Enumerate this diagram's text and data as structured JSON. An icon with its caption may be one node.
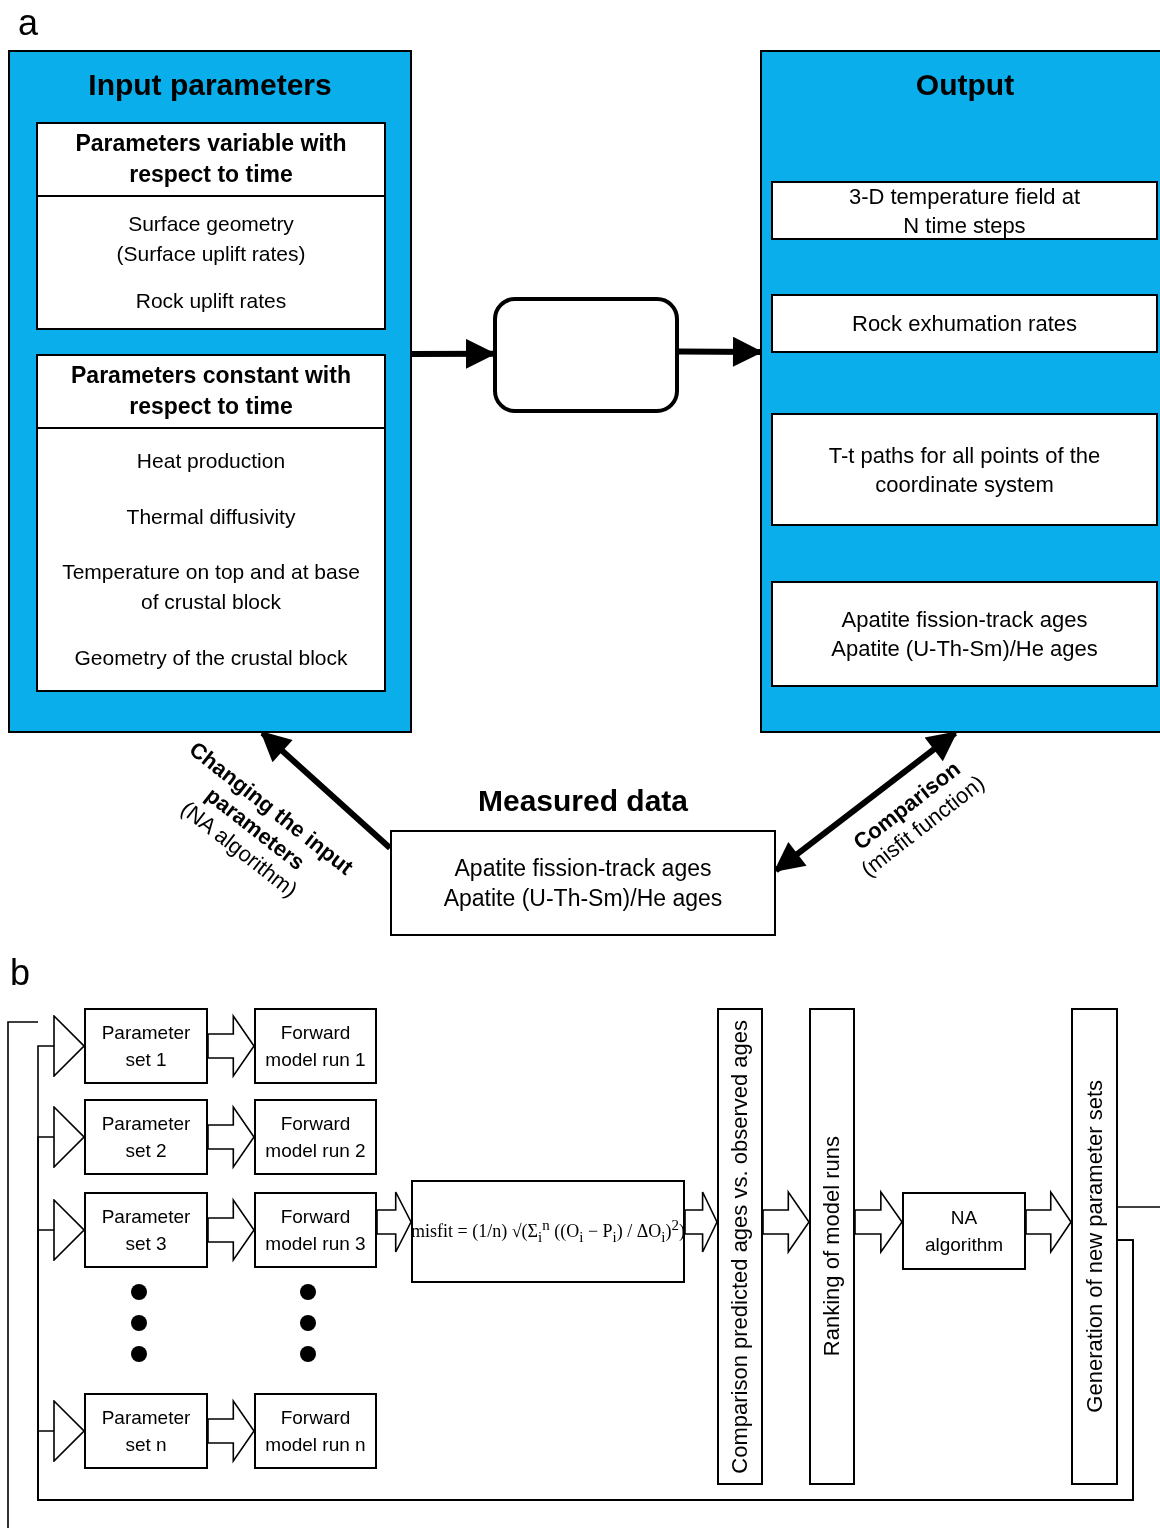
{
  "diagram": {
    "nodes": [
      {
        "text": [
          "Input parameters"
        ]
      },
      {
        "text": [
          "Parameters variable with respect to time",
          "Surface geometry (Surface uplift rates)",
          "Rock uplift rates"
        ],
        "in": 0
      },
      {
        "text": [
          "Parameters constant with respect to time",
          "Heat production",
          "Thermal diffusivity",
          "Temperature on top and at base of crustal block",
          "Geometry of the crustal block"
        ],
        "in": 0
      },
      {
        "text": [],
        "shape": "box"
      },
      {
        "text": [
          "Output"
        ]
      },
      {
        "text": [
          "3-D temperature field at N time steps"
        ],
        "in": 4
      },
      {
        "text": [
          "Rock exhumation rates"
        ],
        "in": 4
      },
      {
        "text": [
          "T-t paths for all points of the coordinate system"
        ],
        "in": 4
      },
      {
        "text": [
          "Apatite fission-track ages",
          "Apatite (U-Th-Sm)/He ages"
        ],
        "in": 4
      },
      {
        "text": [
          "Measured data",
          "Apatite fission-track ages",
          "Apatite (U-Th-Sm)/He ages"
        ]
      },
      {
        "text": [
          "Parameter set 1"
        ]
      },
      {
        "text": [
          "Forward model run 1"
        ]
      },
      {
        "text": [
          "Parameter set 2"
        ]
      },
      {
        "text": [
          "Forward model run 2"
        ]
      },
      {
        "text": [
          "Parameter set 3"
        ]
      },
      {
        "text": [
          "Forward model run 3"
        ]
      },
      {
        "text": [
          "Parameter set n"
        ]
      },
      {
        "text": [
          "Forward model run n"
        ]
      },
      {
        "text": [
          "misfit = (1/n) √(Σ$_{i}$$^{n}$ ((O$_{i}$ − P$_{i}$) / ΔO$_{i}$)$^{2}$)"
        ]
      },
      {
        "text": [
          "Comparison predicted ages vs. observed ages"
        ]
      },
      {
        "text": [
          "Ranking of model runs"
        ]
      },
      {
        "text": [
          "NA algorithm"
        ]
      },
      {
        "text": [
          "Generation of new parameter sets"
        ]
      }
    ],
    "edges": [
      {
        "from": 0,
        "to": 3,
        "arrow": "to",
        "style": "thick"
      },
      {
        "from": 3,
        "to": 4,
        "arrow": "to",
        "style": "thick"
      },
      {
        "from": 9,
        "to": 0,
        "arrow": "to",
        "style": "thick",
        "label": "**Changing the input parameters** (NA algorithm)"
      },
      {
        "from": 4,
        "to": 9,
        "arrow": "both",
        "style": "thick",
        "label": "**Comparison** (misfit function)"
      },
      {
        "from": 10,
        "to": 11,
        "arrow": "to"
      },
      {
        "from": 12,
        "to": 13,
        "arrow": "to"
      },
      {
        "from": 14,
        "to": 15,
        "arrow": "to"
      },
      {
        "from": 16,
        "to": 17,
        "arrow": "to"
      },
      {
        "from": 15,
        "to": 18,
        "arrow": "to"
      },
      {
        "from": 18,
        "to": 19,
        "arrow": "to"
      },
      {
        "from": 19,
        "to": 20,
        "arrow": "to"
      },
      {
        "from": 20,
        "to": 21,
        "arrow": "to"
      },
      {
        "from": 21,
        "to": 22,
        "arrow": "to"
      },
      {
        "from": 22,
        "to": 10,
        "arrow": "to"
      },
      {
        "from": 22,
        "to": 12,
        "arrow": "to"
      },
      {
        "from": 22,
        "to": 14,
        "arrow": "to"
      },
      {
        "from": 22,
        "to": 16,
        "arrow": "to"
      }
    ],
    "labels": [
      "a",
      "b"
    ]
  }
}
